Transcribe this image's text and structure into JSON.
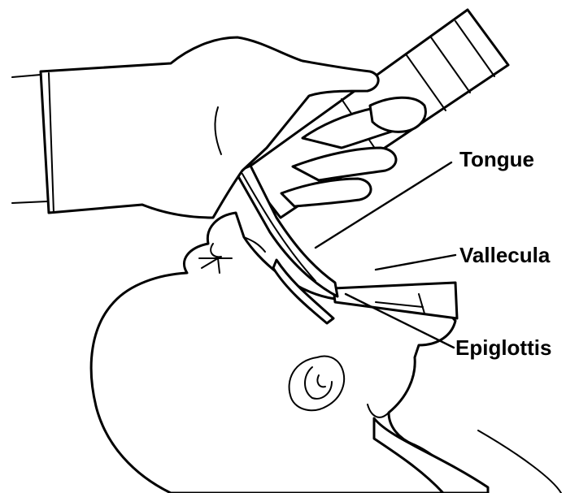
{
  "diagram": {
    "labels": {
      "tongue": "Tongue",
      "vallecula": "Vallecula",
      "epiglottis": "Epiglottis"
    },
    "colors": {
      "line": "#000000",
      "background": "#ffffff"
    }
  }
}
